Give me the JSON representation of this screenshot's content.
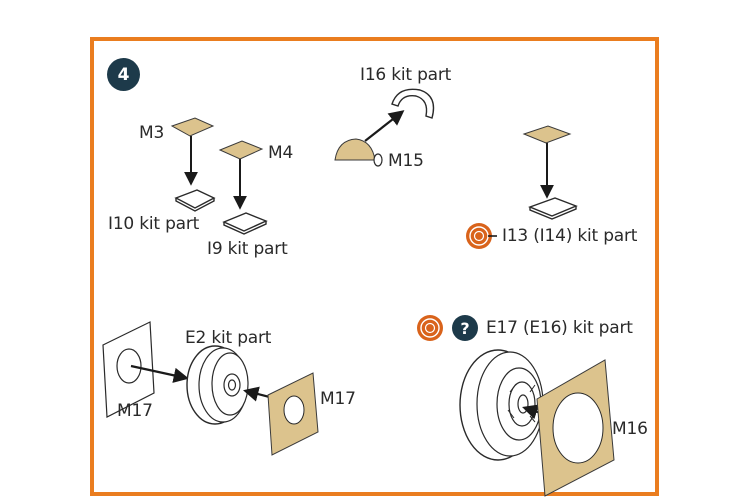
{
  "step_number": "4",
  "colors": {
    "frame": "#ea7d1f",
    "step_badge": "#1d3a4a",
    "photoetch": "#dcc38d",
    "resin_symbol": "#d9631b",
    "info_symbol": "#1d3a4a"
  },
  "labels": {
    "m3": "M3",
    "m4": "M4",
    "i10": "I10 kit part",
    "i9": "I9 kit part",
    "i16": "I16 kit part",
    "m15": "M15",
    "i13": "I13 (I14) kit part",
    "e2": "E2 kit part",
    "m17_left": "M17",
    "m17_right": "M17",
    "e17": "E17 (E16) kit part",
    "m16": "M16"
  },
  "icons": {
    "step_badge": "step-number-badge",
    "resin_part": "resin-part-icon",
    "help": "question-mark-icon"
  },
  "help_symbol": "?"
}
